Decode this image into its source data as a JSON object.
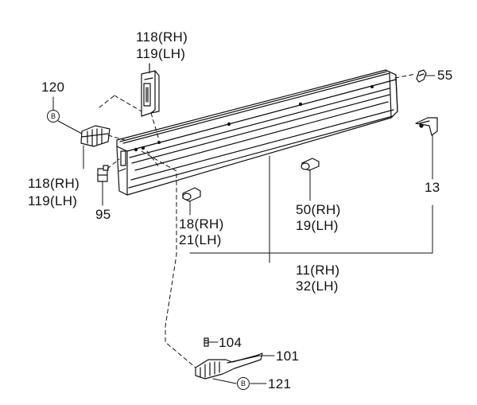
{
  "callouts": {
    "c118_top": "118(RH)",
    "c119_top": "119(LH)",
    "c120": "120",
    "c118_left": "118(RH)",
    "c119_left": "119(LH)",
    "c95": "95",
    "c55": "55",
    "c13": "13",
    "c18": "18(RH)",
    "c21": "21(LH)",
    "c50": "50(RH)",
    "c19": "19(LH)",
    "c11": "11(RH)",
    "c32": "32(LH)",
    "c104": "104",
    "c101": "101",
    "c121": "121"
  },
  "badges": {
    "b_top": "B",
    "b_bottom": "B"
  },
  "colors": {
    "line": "#111111",
    "background": "#ffffff"
  }
}
